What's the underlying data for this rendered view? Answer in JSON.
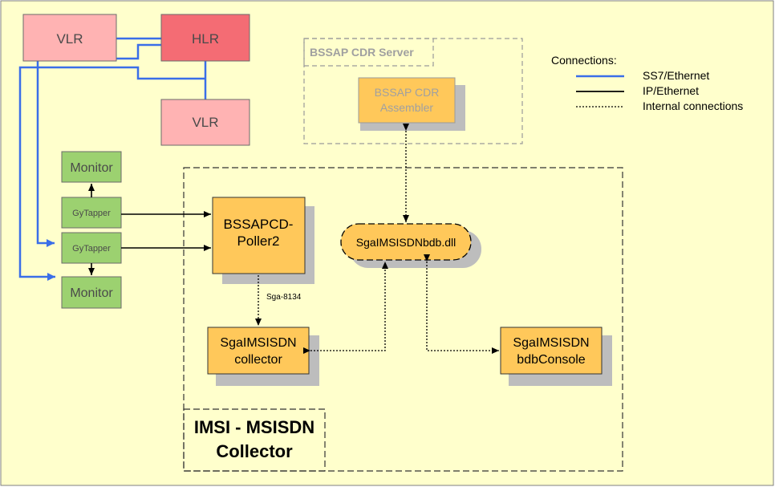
{
  "nodes": {
    "vlr_1": "VLR",
    "hlr": "HLR",
    "vlr_2": "VLR",
    "monitor_1": "Monitor",
    "gytapper_1": "GyTapper",
    "gytapper_2": "GyTapper",
    "monitor_2": "Monitor",
    "poller_line1": "BSSAPCD-",
    "poller_line2": "Poller2",
    "dll": "SgaIMSISDNbdb.dll",
    "collector_line1": "SgaIMSISDN",
    "collector_line2": "collector",
    "console_line1": "SgaIMSISDN",
    "console_line2": "bdbConsole",
    "assembler_line1": "BSSAP CDR",
    "assembler_line2": "Assembler"
  },
  "groups": {
    "cdr_server": "BSSAP CDR Server",
    "collector_line1": "IMSI - MSISDN",
    "collector_line2": "Collector"
  },
  "edge_labels": {
    "sga_8134": "Sga-8134"
  },
  "legend": {
    "title": "Connections:",
    "items": [
      {
        "label": "SS7/Ethernet",
        "style": "ss7"
      },
      {
        "label": "IP/Ethernet",
        "style": "ip"
      },
      {
        "label": "Internal connections",
        "style": "internal"
      }
    ]
  },
  "colors": {
    "background": "#FFFFCC",
    "vlr": "#FFB3B3",
    "hlr": "#F46C74",
    "monitor": "#9CD170",
    "component": "#FFC85A",
    "shadow": "#BDBDBD",
    "ss7_line": "#3A6EE8",
    "faded_text": "#A0A0A0"
  }
}
